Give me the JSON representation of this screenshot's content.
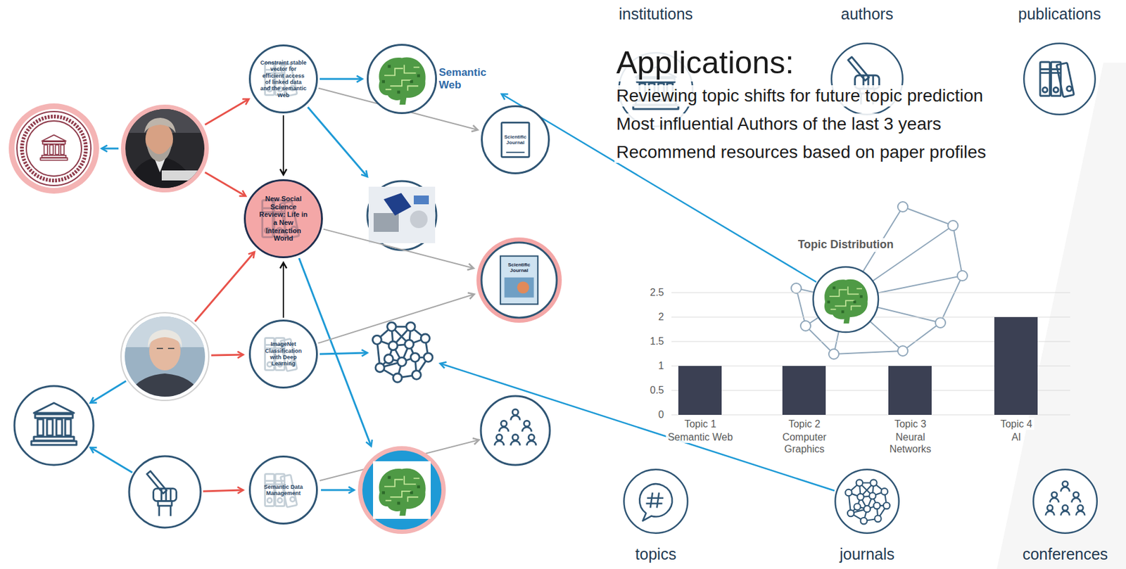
{
  "diagram": {
    "nodes": [
      {
        "text": [
          "Constraint stable vector for efficient access of linked data and the semantic Web"
        ]
      },
      {
        "text": [
          "Semantic Web"
        ]
      },
      {
        "text": [
          "Scientific Journal"
        ]
      },
      {
        "text": [
          "New Social Science Review: Life in a New Interaction World"
        ]
      },
      {
        "text": [
          "Scientific Journal"
        ]
      },
      {
        "text": [
          "ImageNet Classification with Deep Learning"
        ]
      },
      {
        "text": [
          "Semantic Data Management"
        ]
      },
      {
        "text": [
          "institutions"
        ]
      },
      {
        "text": [
          "authors"
        ]
      },
      {
        "text": [
          "publications"
        ]
      },
      {
        "text": [
          "topics"
        ]
      },
      {
        "text": [
          "journals"
        ]
      },
      {
        "text": [
          "conferences"
        ]
      }
    ],
    "edges": [
      {
        "from": 0,
        "to": 1,
        "arrow": "to"
      },
      {
        "from": 0,
        "to": 2,
        "arrow": "to"
      },
      {
        "from": 0,
        "to": 3,
        "arrow": "to"
      },
      {
        "from": 5,
        "to": 3,
        "arrow": "to"
      },
      {
        "from": 3,
        "to": 4,
        "arrow": "to"
      },
      {
        "from": 5,
        "to": 4,
        "arrow": "to"
      }
    ],
    "labels": [
      "Applications:",
      "Reviewing topic shifts for future topic prediction",
      "Most influential Authors of the last 3 years",
      "Recommend resources based on paper profiles",
      "Topic Distribution",
      "0",
      "0.5",
      "1",
      "1.5",
      "2",
      "2.5",
      "Topic 1",
      "Topic 2",
      "Topic 3",
      "Topic 4",
      "Semantic Web",
      "Computer Graphics",
      "Neural Networks",
      "AI"
    ]
  }
}
